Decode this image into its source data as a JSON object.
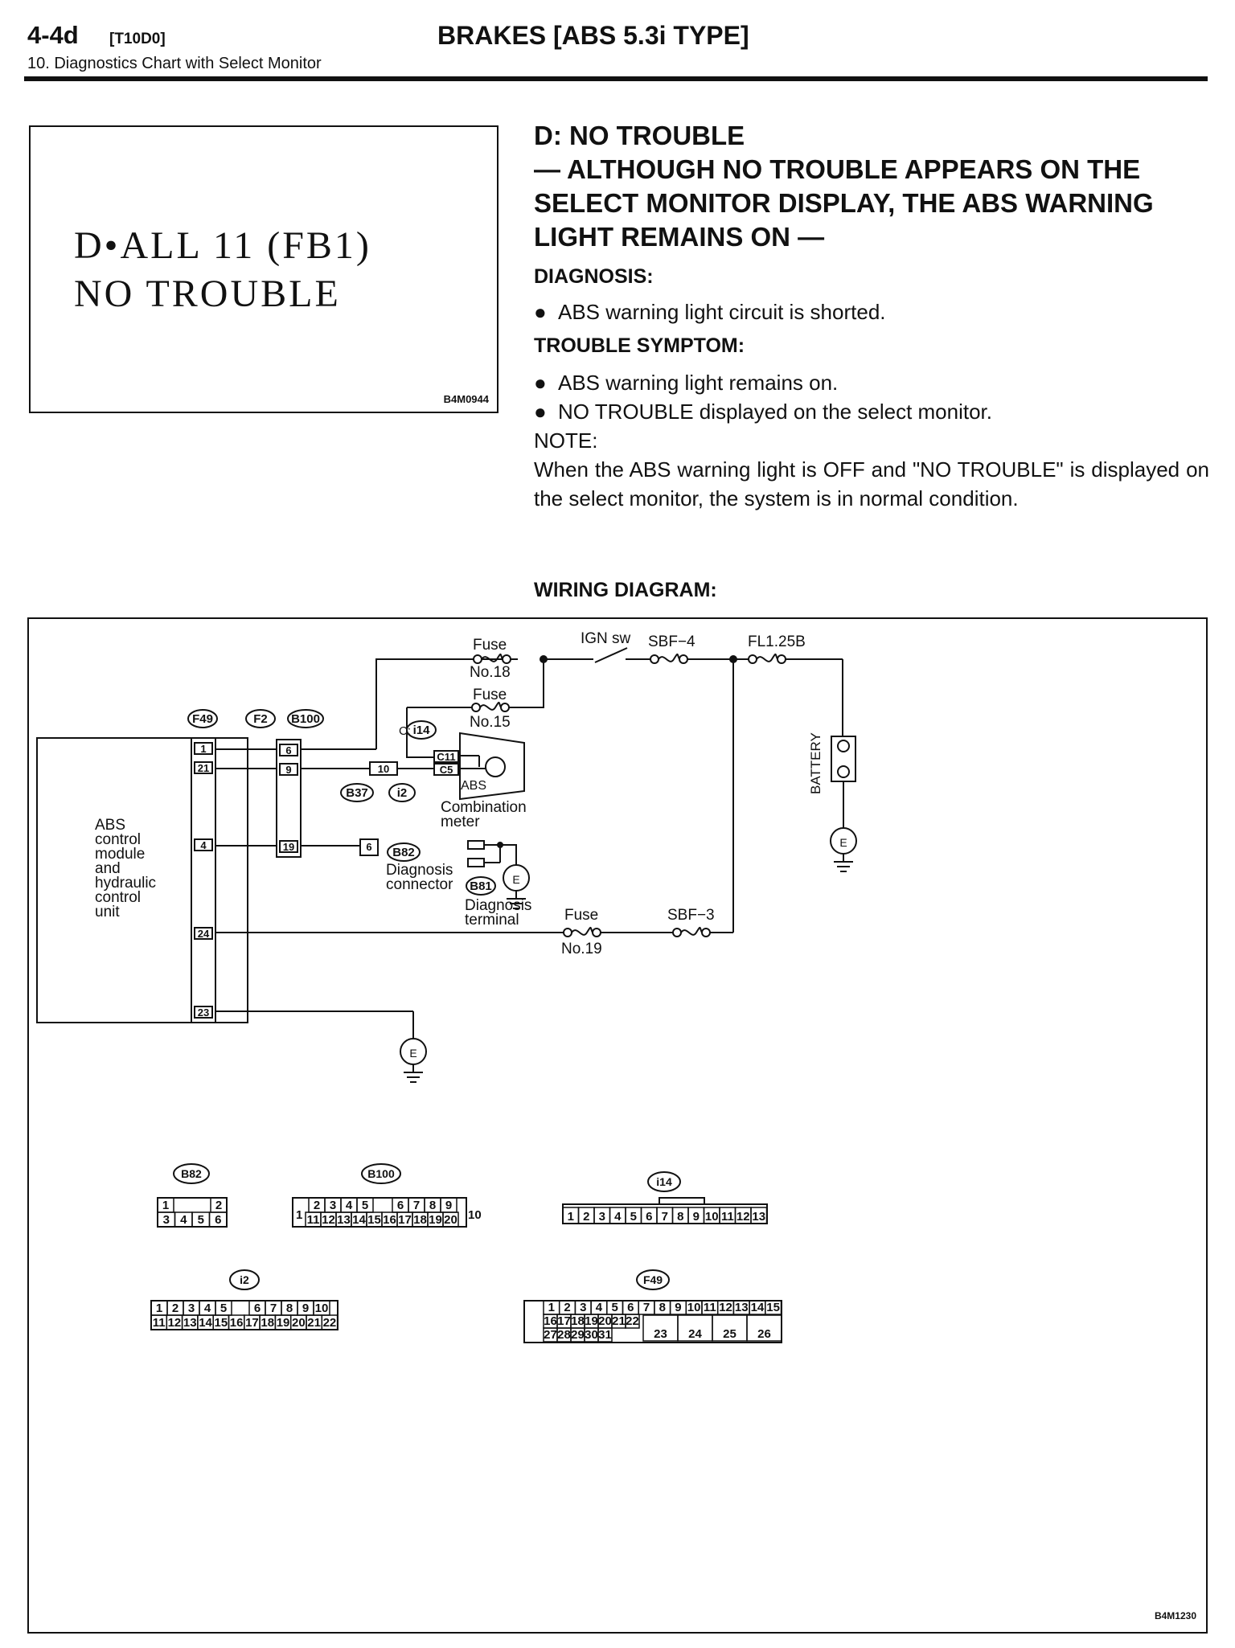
{
  "header": {
    "page_number": "4-4d",
    "section_code": "[T10D0]",
    "title": "BRAKES [ABS 5.3i TYPE]",
    "subtitle": "10. Diagnostics Chart with Select Monitor"
  },
  "monitor_display": {
    "line1": "D•ALL  11  (FB1)",
    "line2": "NO  TROUBLE",
    "figure_code": "B4M0944"
  },
  "fault": {
    "title": "D: NO TROUBLE",
    "subtitle": "— ALTHOUGH NO TROUBLE APPEARS ON THE SELECT MONITOR DISPLAY, THE ABS WARNING LIGHT REMAINS ON —",
    "diagnosis_label": "DIAGNOSIS:",
    "diagnosis_items": [
      "ABS warning light circuit is shorted."
    ],
    "symptom_label": "TROUBLE SYMPTOM:",
    "symptom_items": [
      "ABS warning light remains on.",
      "NO TROUBLE displayed on the select monitor."
    ],
    "note_label": "NOTE:",
    "note_text": "When the ABS warning light is OFF and \"NO TROUBLE\" is displayed on the select monitor, the system is in normal condition.",
    "bullet": "●"
  },
  "wiring": {
    "label": "WIRING DIAGRAM:",
    "figure_code": "B4M1230",
    "abs_module": [
      "ABS",
      "control",
      "module",
      "and",
      "hydraulic",
      "control",
      "unit"
    ],
    "connectors": {
      "f49": "F49",
      "f2": "F2",
      "b100": "B100",
      "b37": "B37",
      "i2": "i2",
      "i14": "i14",
      "i14_prefix": "C:",
      "b82": "B82",
      "b81": "B81"
    },
    "pins": {
      "f49_1": "1",
      "f49_21": "21",
      "f49_4": "4",
      "f49_24": "24",
      "f49_23": "23",
      "b100_6": "6",
      "b100_9": "9",
      "b100_19": "19",
      "i2_10": "10",
      "c11": "C11",
      "c5": "C5",
      "b82_6": "6"
    },
    "fuse_label": "Fuse",
    "fuse18": "No.18",
    "fuse15": "No.15",
    "fuse19": "No.19",
    "ign_sw": "IGN sw",
    "sbf4": "SBF−4",
    "sbf3": "SBF−3",
    "fl125b": "FL1.25B",
    "battery": "BATTERY",
    "ground": "E",
    "abs_lamp": "ABS",
    "combination_meter": [
      "Combination",
      "meter"
    ],
    "diagnosis_connector": [
      "Diagnosis",
      "connector"
    ],
    "diagnosis_terminal": [
      "Diagnosis",
      "terminal"
    ]
  },
  "pinouts": {
    "b82": {
      "label": "B82",
      "top": [
        "1",
        "2"
      ],
      "bottom": [
        "3",
        "4",
        "5",
        "6"
      ]
    },
    "b100": {
      "label": "B100",
      "left": "1",
      "right": "10",
      "top": [
        "2",
        "3",
        "4",
        "5",
        "6",
        "7",
        "8",
        "9"
      ],
      "bottom": [
        "11",
        "12",
        "13",
        "14",
        "15",
        "16",
        "17",
        "18",
        "19",
        "20"
      ]
    },
    "i14": {
      "label": "i14",
      "row": [
        "1",
        "2",
        "3",
        "4",
        "5",
        "6",
        "7",
        "8",
        "9",
        "10",
        "11",
        "12",
        "13"
      ]
    },
    "i2": {
      "label": "i2",
      "top": [
        "1",
        "2",
        "3",
        "4",
        "5",
        "6",
        "7",
        "8",
        "9",
        "10"
      ],
      "bottom": [
        "11",
        "12",
        "13",
        "14",
        "15",
        "16",
        "17",
        "18",
        "19",
        "20",
        "21",
        "22"
      ]
    },
    "f49": {
      "label": "F49",
      "row1": [
        "1",
        "2",
        "3",
        "4",
        "5",
        "6",
        "7",
        "8",
        "9",
        "10",
        "11",
        "12",
        "13",
        "14",
        "15"
      ],
      "row2": [
        "16",
        "17",
        "18",
        "19",
        "20",
        "21",
        "22"
      ],
      "row3": [
        "27",
        "28",
        "29",
        "30",
        "31"
      ],
      "big": [
        "23",
        "24",
        "25",
        "26"
      ]
    }
  }
}
